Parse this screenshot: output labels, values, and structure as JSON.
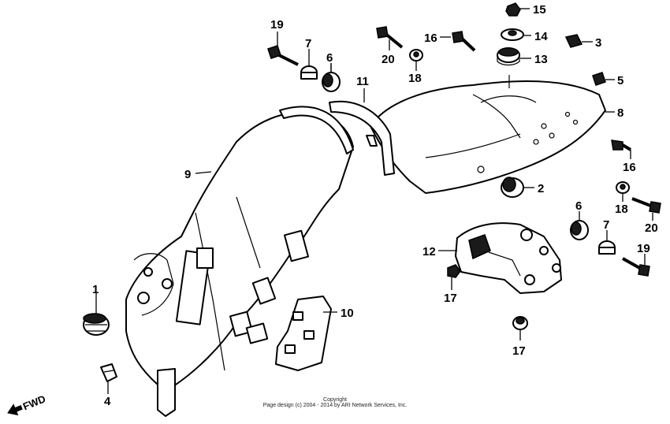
{
  "diagram": {
    "callouts": [
      "1",
      "2",
      "3",
      "4",
      "5",
      "6",
      "6",
      "7",
      "7",
      "8",
      "9",
      "10",
      "11",
      "12",
      "13",
      "14",
      "15",
      "16",
      "16",
      "17",
      "17",
      "18",
      "18",
      "19",
      "19",
      "20",
      "20"
    ],
    "fwd_label": "FWD"
  },
  "copyright": {
    "line1": "Copyright",
    "line2": "Page design (c) 2004 - 2014 by ARI Network Services, Inc."
  }
}
